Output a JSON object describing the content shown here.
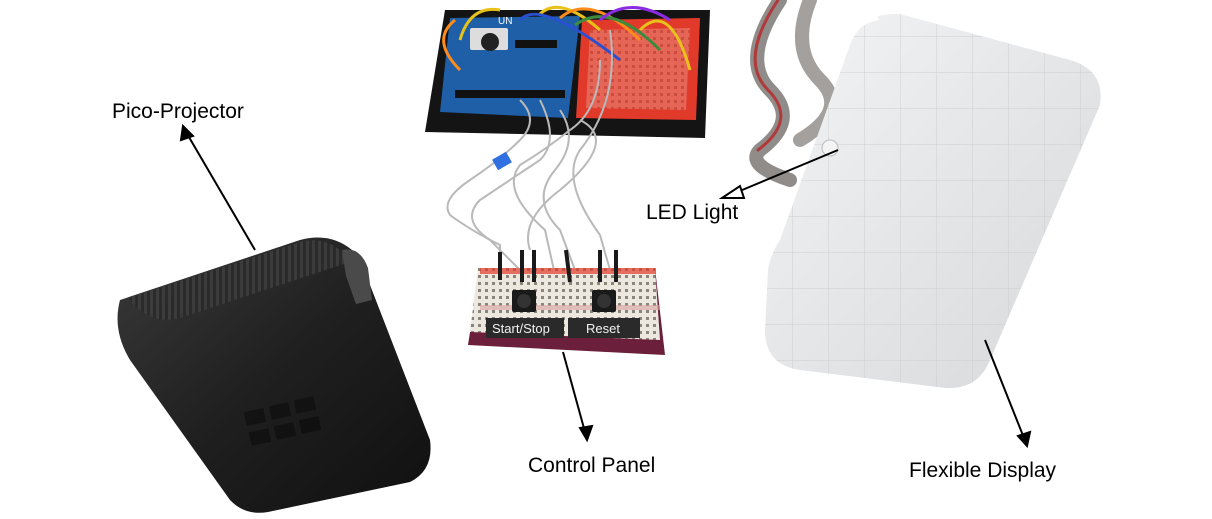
{
  "labels": {
    "pico_projector": "Pico-Projector",
    "led_light": "LED Light",
    "control_panel": "Control Panel",
    "flexible_display": "Flexible Display"
  },
  "buttons": {
    "start_stop": "Start/Stop",
    "reset": "Reset"
  },
  "board_text": "UN",
  "colors": {
    "background": "#ffffff",
    "projector_body": "#232323",
    "arduino_board": "#1e5fa8",
    "breadboard_red": "#e23a2a",
    "control_base": "#6b1f3a",
    "display_panel": "#e7e9ea"
  }
}
